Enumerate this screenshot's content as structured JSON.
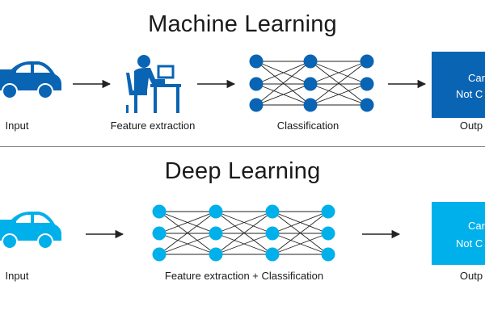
{
  "colors": {
    "ml_blue": "#0a64b4",
    "dl_blue": "#00b0ea",
    "arrow": "#222222"
  },
  "machine_learning": {
    "title": "Machine Learning",
    "labels": {
      "input": "Input",
      "feature_extraction": "Feature extraction",
      "classification": "Classification",
      "output": "Outp"
    },
    "output_box": {
      "line1": "Car",
      "line2": "Not C"
    }
  },
  "deep_learning": {
    "title": "Deep Learning",
    "labels": {
      "input": "Input",
      "combined": "Feature extraction + Classification",
      "output": "Outp"
    },
    "output_box": {
      "line1": "Car",
      "line2": "Not C"
    }
  },
  "icons": [
    "car-icon",
    "person-at-laptop-icon",
    "neural-network-icon",
    "arrow-icon"
  ]
}
